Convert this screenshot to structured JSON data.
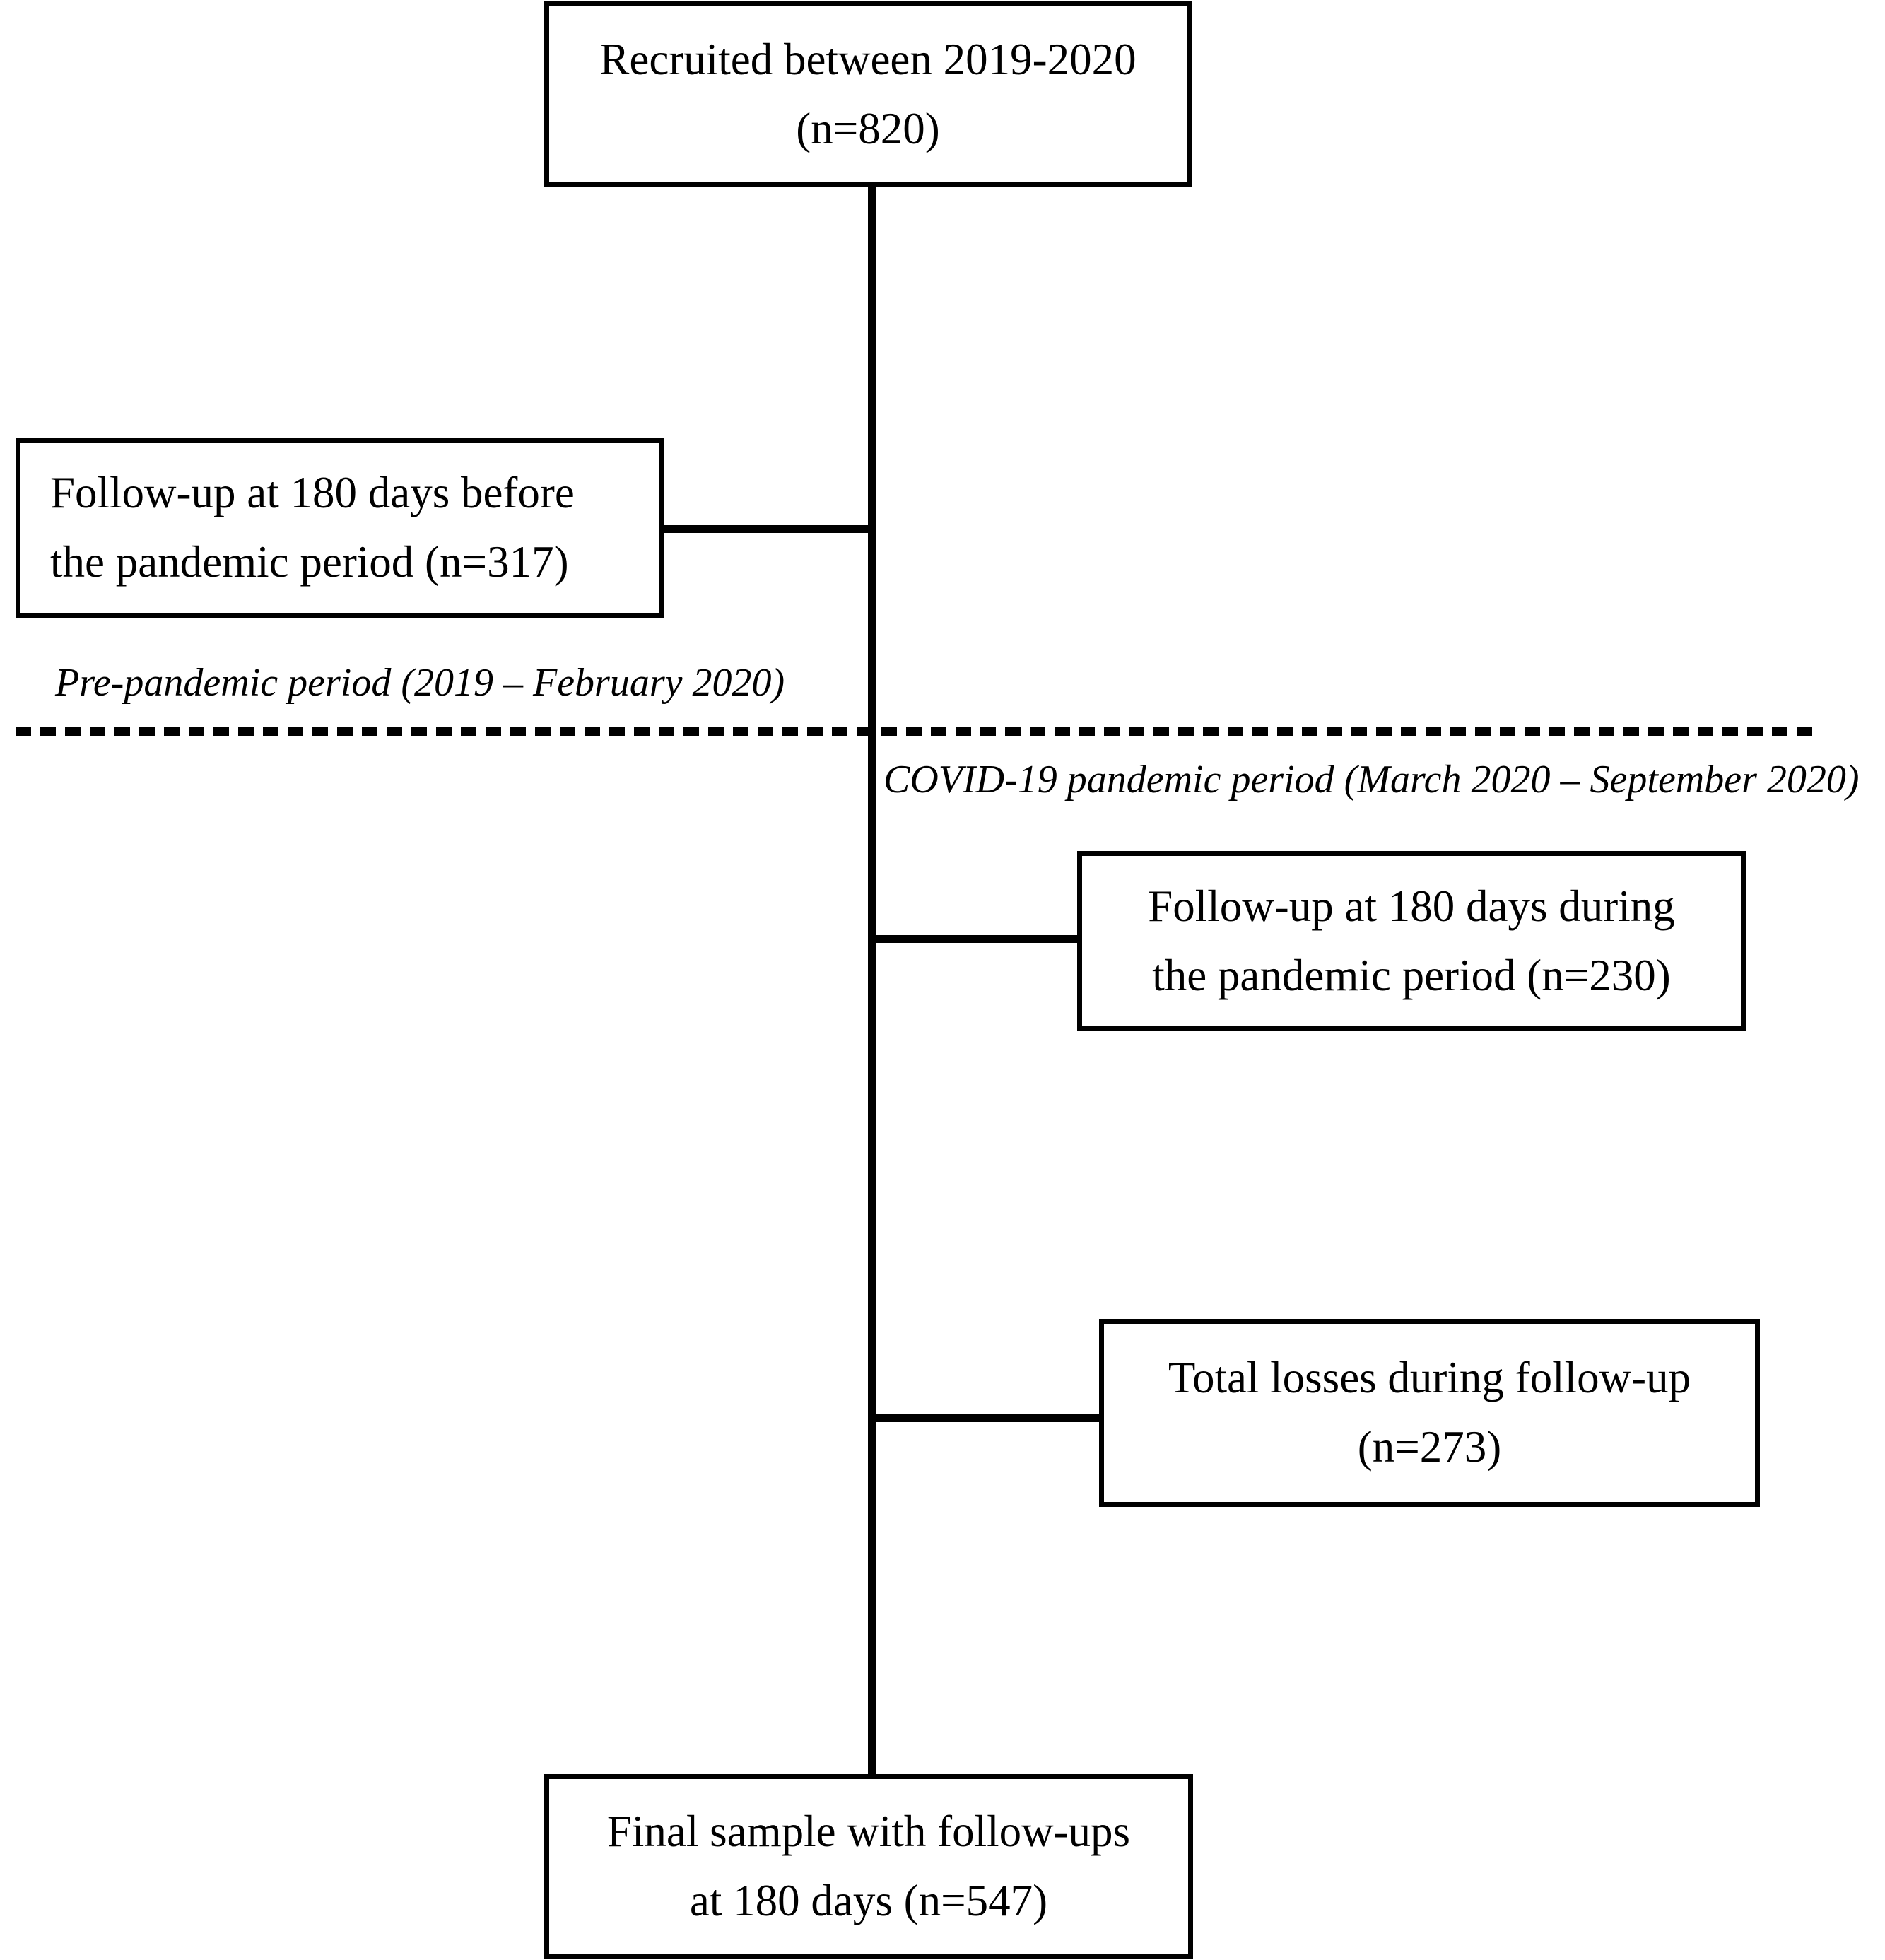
{
  "diagram": {
    "type": "participant-flow-diagram",
    "boxes": {
      "recruited": {
        "line1": "Recruited between 2019-2020",
        "line2": "(n=820)"
      },
      "followup_before": {
        "line1": "Follow-up at 180 days before",
        "line2": "the pandemic period (n=317)"
      },
      "followup_during": {
        "line1": "Follow-up at 180 days during",
        "line2": "the pandemic period (n=230)"
      },
      "total_losses": {
        "line1": "Total losses during follow-up",
        "line2": "(n=273)"
      },
      "final_sample": {
        "line1": "Final sample with follow-ups",
        "line2": "at 180 days (n=547)"
      }
    },
    "period_labels": {
      "pre_pandemic": "Pre-pandemic period (2019 – February 2020)",
      "pandemic": "COVID-19 pandemic period (March 2020 – September 2020)"
    },
    "colors": {
      "stroke": "#000000",
      "fill": "#ffffff",
      "text": "#000000"
    }
  }
}
